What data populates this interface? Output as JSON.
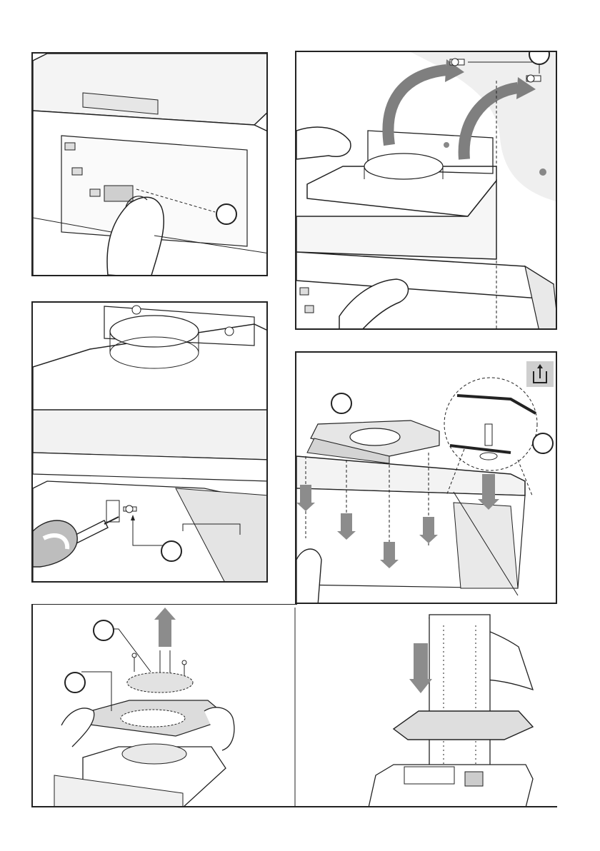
{
  "page": {
    "description_free": true
  },
  "panels": [
    {
      "id": "step-1"
    },
    {
      "id": "step-2"
    },
    {
      "id": "step-3"
    },
    {
      "id": "step-4"
    },
    {
      "id": "step-5"
    }
  ],
  "colors": {
    "line": "#222222",
    "panel_gray": "#d9d9d9",
    "arrow_gray": "#8c8c8c",
    "wall_gray": "#ededed"
  },
  "icons": [
    "hand-icon",
    "screw-icon",
    "curved-arrow-icon",
    "down-arrow-icon",
    "up-arrow-icon",
    "screwdriver-icon",
    "duct-icon",
    "filter-grid-icon",
    "recirculation-symbol-icon"
  ]
}
